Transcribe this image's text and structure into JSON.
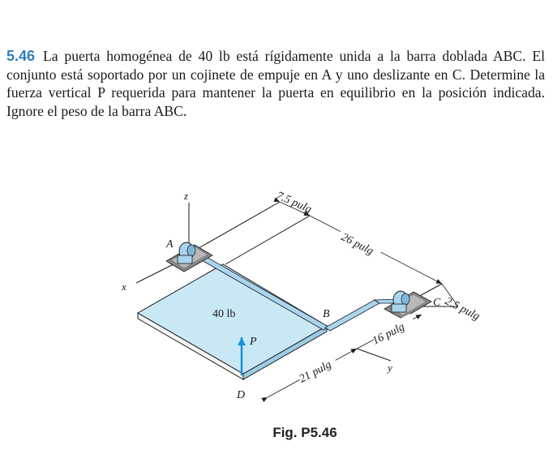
{
  "problem": {
    "number": "5.46",
    "text": "La puerta homogénea de 40 lb está rígidamente unida a la barra doblada ABC. El conjunto está soportado por un cojinete de empuje en A y uno deslizante en C. Determine la fuerza vertical P requerida para mantener la puerta en equilibrio en la posición indicada. Ignore el peso de la barra ABC."
  },
  "figure": {
    "caption": "Fig. P5.46",
    "labels": {
      "z": "z",
      "x": "x",
      "y": "y",
      "A": "A",
      "B": "B",
      "C": "C",
      "D": "D",
      "P": "P",
      "weight": "40 lb"
    },
    "dimensions": {
      "d1": "7.5 pulg",
      "d2": "26 pulg",
      "d3": "2.5 pulg",
      "d4": "16 pulg",
      "d5": "21 pulg"
    },
    "colors": {
      "door_top": "#c9e8f6",
      "door_edge": "#9ccde6",
      "rod": "#a9d5ee",
      "force_arrow": "#1a8fd6",
      "support": "#8a8a8a",
      "problem_number": "#2e7fbd"
    }
  }
}
